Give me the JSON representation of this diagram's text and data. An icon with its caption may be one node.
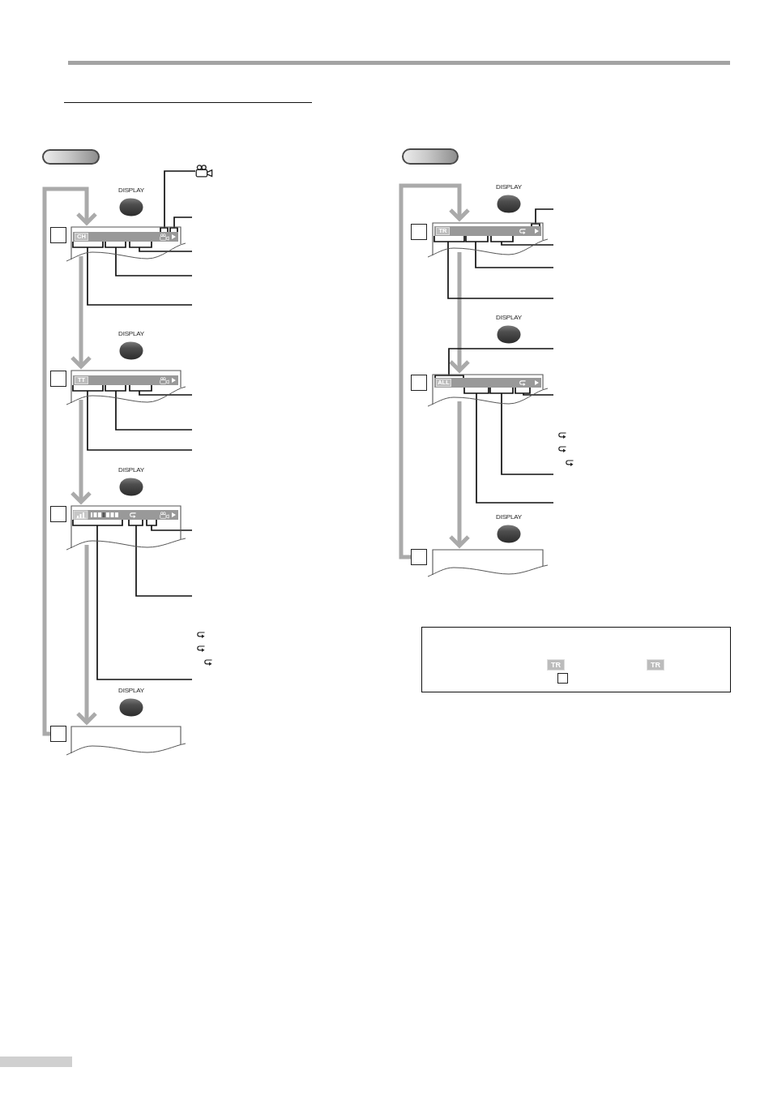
{
  "diagram": {
    "nodes": [
      {
        "text": [],
        "shape": "pill"
      },
      {
        "text": [],
        "shape": "picture"
      },
      {
        "text": [
          "DISPLAY"
        ]
      },
      {
        "text": [],
        "shape": "box"
      },
      {
        "text": [],
        "shape": "box"
      },
      {
        "text": [
          "CH"
        ],
        "in": 4
      },
      {
        "text": [
          "DISPLAY"
        ]
      },
      {
        "text": [],
        "shape": "box"
      },
      {
        "text": [],
        "shape": "box"
      },
      {
        "text": [
          "TT"
        ],
        "in": 8
      },
      {
        "text": [
          "DISPLAY"
        ]
      },
      {
        "text": [],
        "shape": "box"
      },
      {
        "text": [],
        "shape": "box"
      },
      {
        "text": [],
        "shape": "bar",
        "in": 12
      },
      {
        "text": [
          "DISPLAY"
        ]
      },
      {
        "text": [],
        "shape": "box"
      },
      {
        "text": [],
        "shape": "box"
      },
      {
        "text": [],
        "shape": "pill"
      },
      {
        "text": [
          "DISPLAY"
        ]
      },
      {
        "text": [],
        "shape": "box"
      },
      {
        "text": [],
        "shape": "box"
      },
      {
        "text": [
          "TR"
        ],
        "in": 20
      },
      {
        "text": [
          "DISPLAY"
        ]
      },
      {
        "text": [],
        "shape": "box"
      },
      {
        "text": [],
        "shape": "box"
      },
      {
        "text": [
          "ALL"
        ],
        "in": 24
      },
      {
        "text": [
          "DISPLAY"
        ]
      },
      {
        "text": [],
        "shape": "box"
      },
      {
        "text": [],
        "shape": "box"
      },
      {
        "text": [
          "TR",
          "TR"
        ]
      },
      {
        "text": [],
        "shape": "box",
        "in": 29
      }
    ],
    "edges": [
      {
        "from": 15,
        "to": 4,
        "arrow": "to",
        "style": "thick",
        "color": "#aaaaaa"
      },
      {
        "from": 4,
        "to": 8,
        "arrow": "to",
        "style": "thick",
        "color": "#aaaaaa"
      },
      {
        "from": 8,
        "to": 12,
        "arrow": "to",
        "style": "thick",
        "color": "#aaaaaa"
      },
      {
        "from": 12,
        "to": 16,
        "arrow": "to",
        "style": "thick",
        "color": "#aaaaaa"
      },
      {
        "from": 1,
        "to": 5,
        "arrow": "none"
      },
      {
        "from": null,
        "to": 5,
        "arrow": "none"
      },
      {
        "from": null,
        "to": 5,
        "arrow": "none"
      },
      {
        "from": null,
        "to": 5,
        "arrow": "none"
      },
      {
        "from": null,
        "to": 5,
        "arrow": "none"
      },
      {
        "from": null,
        "to": 9,
        "arrow": "none"
      },
      {
        "from": null,
        "to": 9,
        "arrow": "none"
      },
      {
        "from": null,
        "to": 9,
        "arrow": "none"
      },
      {
        "from": null,
        "to": 13,
        "arrow": "none"
      },
      {
        "from": null,
        "to": 13,
        "arrow": "none"
      },
      {
        "from": null,
        "to": 13,
        "arrow": "none"
      },
      {
        "from": 27,
        "to": 20,
        "arrow": "to",
        "style": "thick",
        "color": "#aaaaaa"
      },
      {
        "from": 20,
        "to": 24,
        "arrow": "to",
        "style": "thick",
        "color": "#aaaaaa"
      },
      {
        "from": 24,
        "to": 28,
        "arrow": "to",
        "style": "thick",
        "color": "#aaaaaa"
      },
      {
        "from": null,
        "to": 21,
        "arrow": "none"
      },
      {
        "from": null,
        "to": 21,
        "arrow": "none"
      },
      {
        "from": null,
        "to": 21,
        "arrow": "none"
      },
      {
        "from": null,
        "to": 21,
        "arrow": "none"
      },
      {
        "from": null,
        "to": 25,
        "arrow": "none"
      },
      {
        "from": null,
        "to": 25,
        "arrow": "none"
      },
      {
        "from": null,
        "to": 25,
        "arrow": "none"
      },
      {
        "from": null,
        "to": 25,
        "arrow": "none"
      }
    ]
  }
}
